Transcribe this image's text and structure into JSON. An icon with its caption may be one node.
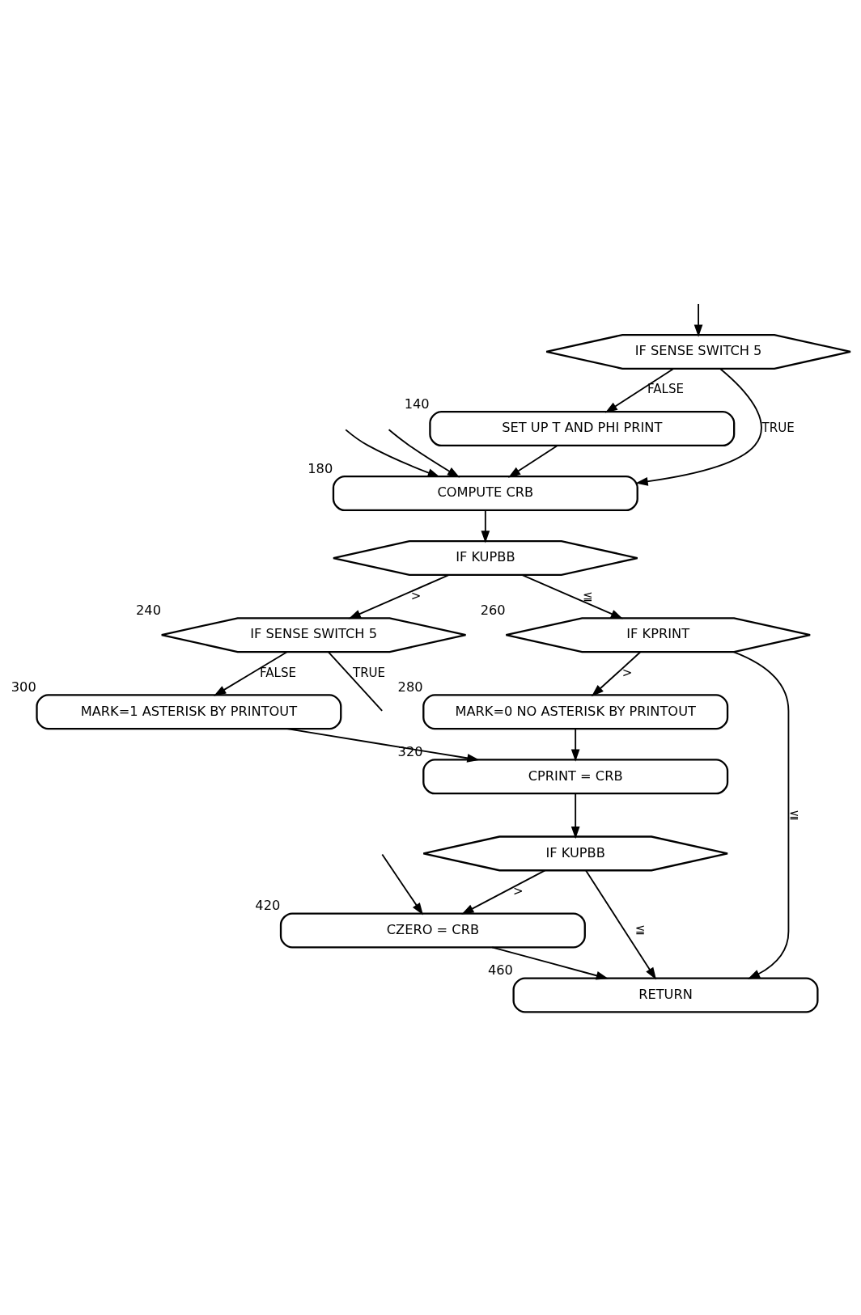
{
  "diagram": {
    "nodes": [
      {
        "text": [
          "IF SENSE SWITCH 5"
        ]
      },
      {
        "text": [
          "SET UP T AND PHI PRINT"
        ],
        "beside": [
          "140"
        ]
      },
      {
        "text": [
          "COMPUTE CRB"
        ],
        "beside": [
          "180"
        ]
      },
      {
        "text": [
          "IF KUPBB"
        ]
      },
      {
        "text": [
          "IF SENSE SWITCH 5"
        ],
        "beside": [
          "240"
        ]
      },
      {
        "text": [
          "IF KPRINT"
        ],
        "beside": [
          "260"
        ]
      },
      {
        "text": [
          "MARK=0 NO ASTERISK BY PRINTOUT"
        ],
        "beside": [
          "280"
        ]
      },
      {
        "text": [
          "MARK=1 ASTERISK BY PRINTOUT"
        ],
        "beside": [
          "300"
        ]
      },
      {
        "text": [
          "CPRINT = CRB"
        ],
        "beside": [
          "320"
        ]
      },
      {
        "text": [
          "IF KUPBB"
        ]
      },
      {
        "text": [
          "CZERO = CRB"
        ],
        "beside": [
          "420"
        ]
      },
      {
        "text": [
          "RETURN"
        ],
        "beside": [
          "460"
        ]
      }
    ],
    "edges": [
      {
        "from": null,
        "to": 0,
        "arrow": "to"
      },
      {
        "from": 0,
        "to": 1,
        "arrow": "to",
        "label": "FALSE"
      },
      {
        "from": 0,
        "to": 2,
        "arrow": "to",
        "label": "TRUE"
      },
      {
        "from": 1,
        "to": 2,
        "arrow": "to"
      },
      {
        "from": null,
        "to": 2,
        "arrow": "to"
      },
      {
        "from": null,
        "to": 2,
        "arrow": "to"
      },
      {
        "from": 2,
        "to": 3,
        "arrow": "to"
      },
      {
        "from": 3,
        "to": 5,
        "arrow": "to",
        "label": "≦"
      },
      {
        "from": 3,
        "to": 4,
        "arrow": "to",
        "label": ">"
      },
      {
        "from": 4,
        "to": 7,
        "arrow": "to",
        "label": "FALSE"
      },
      {
        "from": 4,
        "to": null,
        "arrow": "none",
        "label": "TRUE"
      },
      {
        "from": 5,
        "to": 11,
        "arrow": "to",
        "label": "≦"
      },
      {
        "from": 5,
        "to": 6,
        "arrow": "to",
        "label": ">"
      },
      {
        "from": 6,
        "to": 8,
        "arrow": "to"
      },
      {
        "from": 7,
        "to": 8,
        "arrow": "to"
      },
      {
        "from": 8,
        "to": 9,
        "arrow": "to"
      },
      {
        "from": 9,
        "to": 11,
        "arrow": "to",
        "label": "≦"
      },
      {
        "from": 9,
        "to": 10,
        "arrow": "to",
        "label": ">"
      },
      {
        "from": null,
        "to": 10,
        "arrow": "to"
      },
      {
        "from": 10,
        "to": 11,
        "arrow": "to"
      }
    ]
  }
}
